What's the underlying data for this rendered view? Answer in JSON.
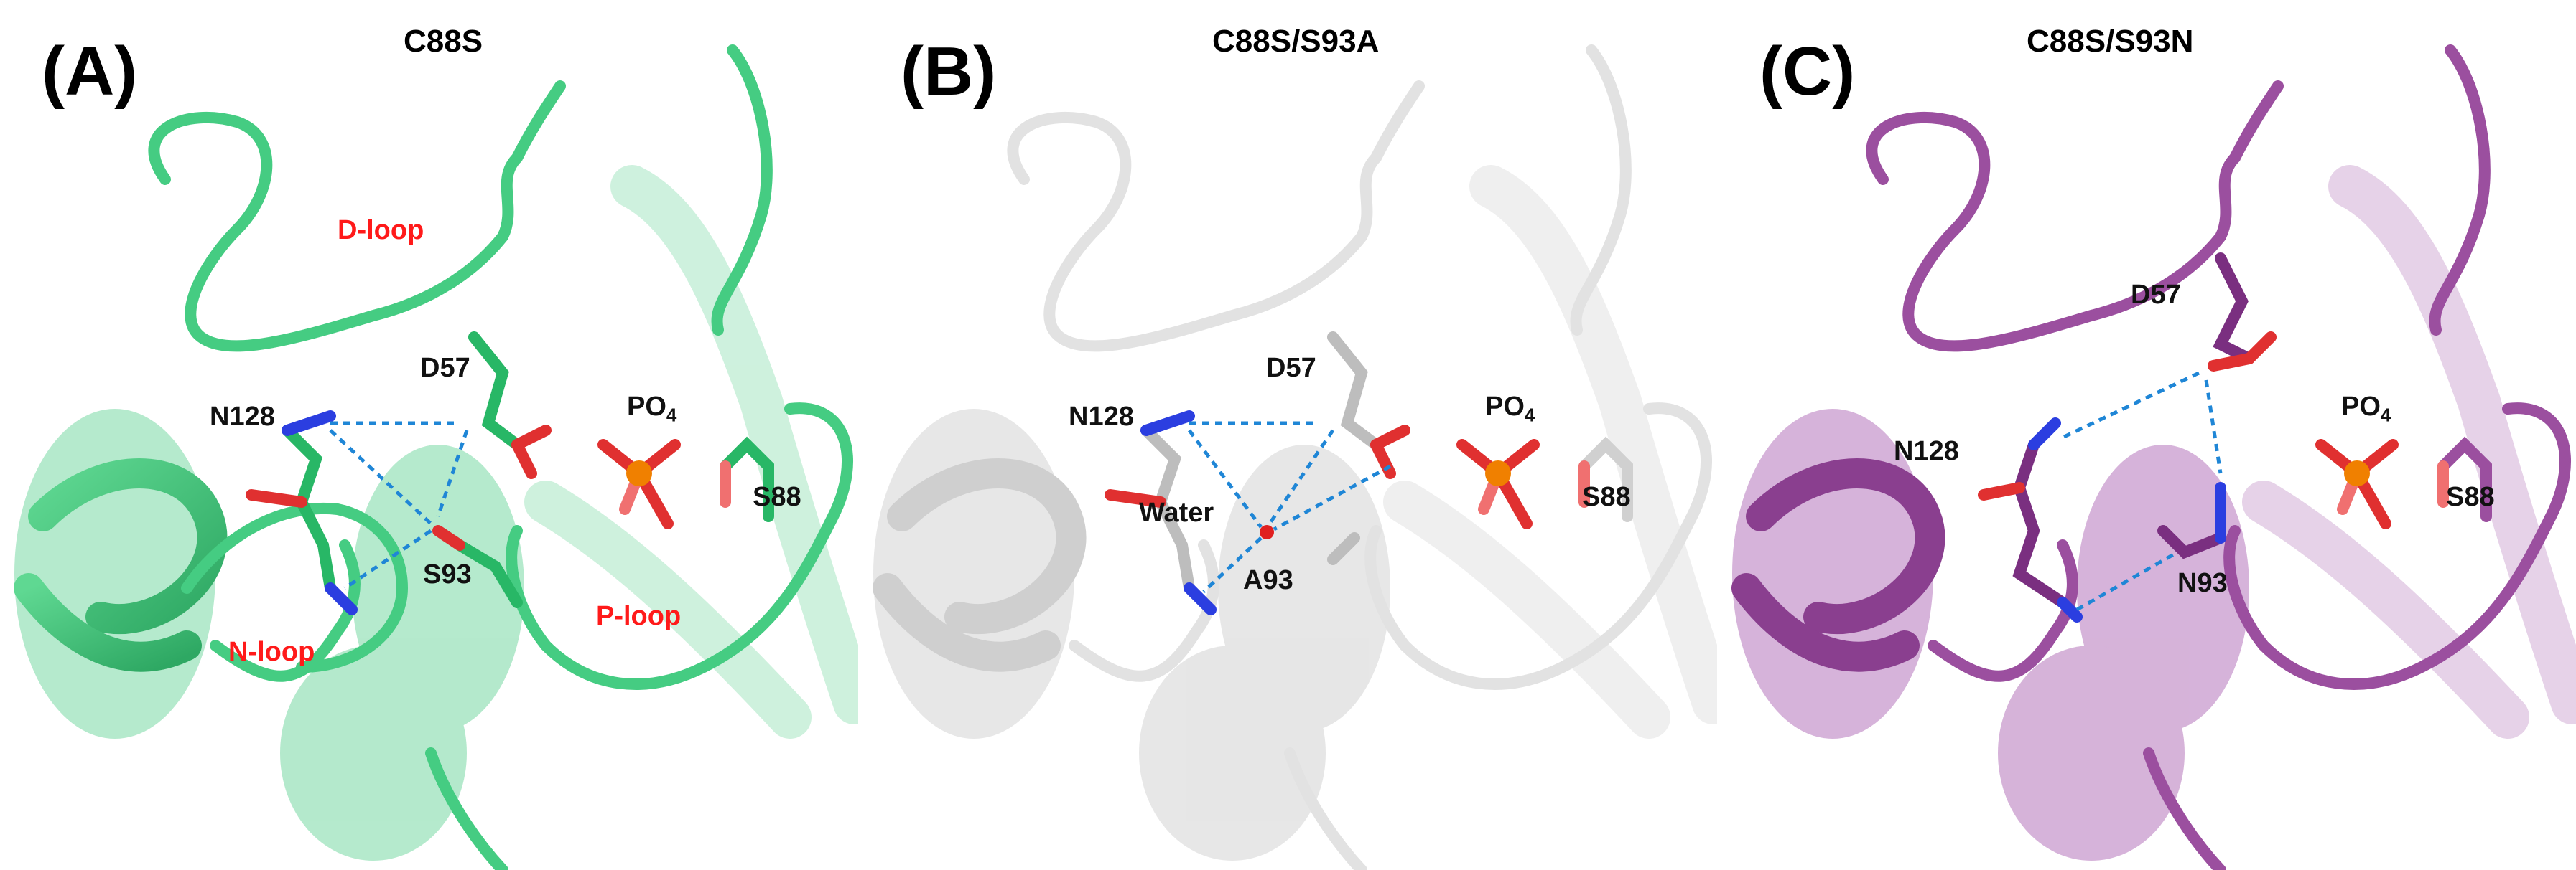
{
  "panels": [
    {
      "letter": "(A)",
      "title": "C88S",
      "colors": {
        "ribbon": "#3cc87a",
        "ribbon_light": "#b9ecd0",
        "stick": "#2fbf6c"
      },
      "labels": {
        "d_loop": "D-loop",
        "d57": "D57",
        "n128": "N128",
        "po4": "PO",
        "po4_sub": "4",
        "s88": "S88",
        "res93": "S93",
        "p_loop": "P-loop",
        "n_loop": "N-loop"
      }
    },
    {
      "letter": "(B)",
      "title": "C88S/S93A",
      "colors": {
        "ribbon": "#d9d9d9",
        "ribbon_light": "#efefef",
        "stick": "#c8c8c8"
      },
      "labels": {
        "d57": "D57",
        "n128": "N128",
        "po4": "PO",
        "po4_sub": "4",
        "s88": "S88",
        "water": "Water",
        "res93": "A93"
      }
    },
    {
      "letter": "(C)",
      "title": "C88S/S93N",
      "colors": {
        "ribbon": "#9b4f9f",
        "ribbon_light": "#d9bcdc",
        "stick": "#8a3f8f"
      },
      "labels": {
        "d57": "D57",
        "n128": "N128",
        "po4": "PO",
        "po4_sub": "4",
        "s88": "S88",
        "res93": "N93"
      }
    }
  ]
}
